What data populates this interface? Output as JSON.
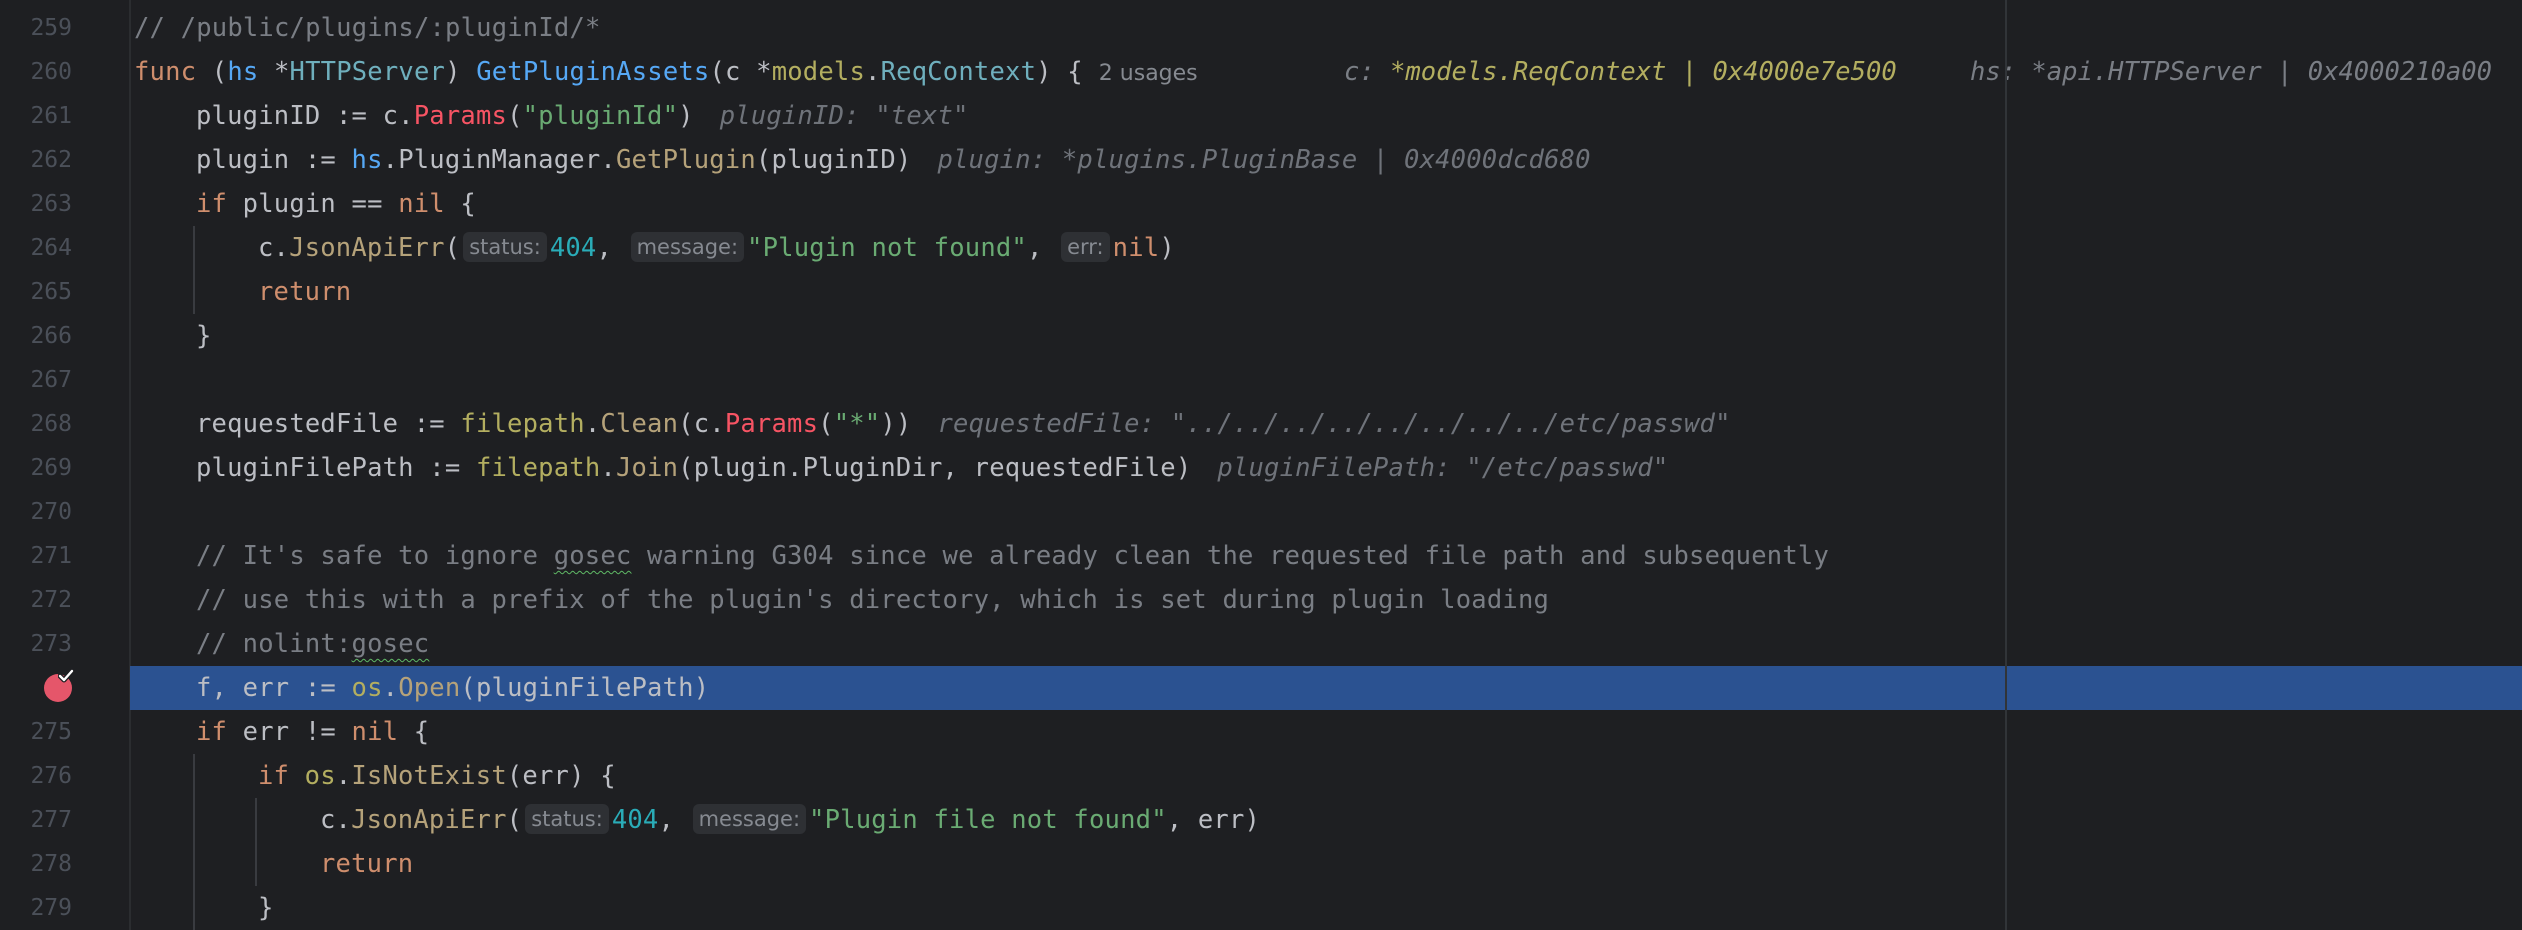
{
  "editor": {
    "language": "go",
    "first_line": 259,
    "current_line": 274,
    "colors": {
      "background": "#1e1f22",
      "current_line_highlight": "#2b5291",
      "breakpoint": "#e5566a",
      "keyword": "#cf8e6d",
      "string": "#6aab73",
      "number": "#2aacb8",
      "comment": "#7a7e85",
      "function": "#56a8f5",
      "inlay_hint": "#6f737a"
    },
    "gutter": {
      "line_numbers": [
        "259",
        "260",
        "261",
        "262",
        "263",
        "264",
        "265",
        "266",
        "267",
        "268",
        "269",
        "270",
        "271",
        "272",
        "273",
        "",
        "275",
        "276",
        "277",
        "278",
        "279"
      ],
      "breakpoint_line": "274",
      "breakpoint_icon": "verified-breakpoint-icon"
    },
    "lines": {
      "l259": {
        "comment": "// /public/plugins/:pluginId/*"
      },
      "l260": {
        "kw_func": "func",
        "open": " (",
        "recv": "hs",
        "star": " *",
        "recv_type": "HTTPServer",
        "close": ") ",
        "fn_name": "GetPluginAssets",
        "params_open": "(c *",
        "param_pkg": "models",
        "dot": ".",
        "param_type": "ReqContext",
        "params_close": ") {",
        "usages": "2 usages",
        "hint_c_label": "c: ",
        "hint_c_value": "*models.ReqContext | 0x4000e7e500",
        "hint_hs": "hs: *api.HTTPServer | 0x4000210a00"
      },
      "l261": {
        "lhs": "pluginID := c.",
        "call": "Params",
        "paren_open": "(",
        "arg": "\"pluginId\"",
        "paren_close": ")",
        "hint": "pluginID: \"text\""
      },
      "l262": {
        "lhs": "plugin := ",
        "recv": "hs",
        "mid": ".PluginManager.",
        "call": "GetPlugin",
        "args": "(pluginID)",
        "hint": "plugin: *plugins.PluginBase | 0x4000dcd680"
      },
      "l263": {
        "kw": "if",
        "cond": " plugin == ",
        "nil": "nil",
        "brace": " {"
      },
      "l264": {
        "recv": "c.",
        "call": "JsonApiErr",
        "paren_open": "(",
        "hint_status": "status:",
        "status": "404",
        "comma1": ", ",
        "hint_message": "message:",
        "message": "\"Plugin not found\"",
        "comma2": ", ",
        "hint_err": "err:",
        "err": "nil",
        "paren_close": ")"
      },
      "l265": {
        "kw": "return"
      },
      "l266": {
        "brace": "}"
      },
      "l268": {
        "lhs": "requestedFile := ",
        "pkg": "filepath",
        "dot": ".",
        "call": "Clean",
        "mid": "(c.",
        "call2": "Params",
        "p_open": "(",
        "arg": "\"*\"",
        "p_close": "))",
        "hint": "requestedFile: \"../../../../../../../../etc/passwd\""
      },
      "l269": {
        "lhs": "pluginFilePath := ",
        "pkg": "filepath",
        "dot": ".",
        "call": "Join",
        "args": "(plugin.PluginDir, requestedFile)",
        "hint": "pluginFilePath: \"/etc/passwd\""
      },
      "l271": {
        "pre": "// It's safe to ignore ",
        "squiggle": "gosec",
        "post": " warning G304 since we already clean the requested file path and subsequently"
      },
      "l272": {
        "comment": "// use this with a prefix of the plugin's directory, which is set during plugin loading"
      },
      "l273": {
        "pre": "// nolint:",
        "squiggle": "gosec"
      },
      "l274": {
        "lhs": "f, err := ",
        "pkg": "os",
        "dot": ".",
        "call": "Open",
        "args": "(pluginFilePath)"
      },
      "l275": {
        "kw": "if",
        "cond": " err != ",
        "nil": "nil",
        "brace": " {"
      },
      "l276": {
        "kw": "if",
        "sp": " ",
        "pkg": "os",
        "dot": ".",
        "call": "IsNotExist",
        "args": "(err) {"
      },
      "l277": {
        "recv": "c.",
        "call": "JsonApiErr",
        "paren_open": "(",
        "hint_status": "status:",
        "status": "404",
        "comma1": ", ",
        "hint_message": "message:",
        "message": "\"Plugin file not found\"",
        "rest": ", err)"
      },
      "l278": {
        "kw": "return"
      },
      "l279": {
        "brace": "}"
      }
    }
  }
}
